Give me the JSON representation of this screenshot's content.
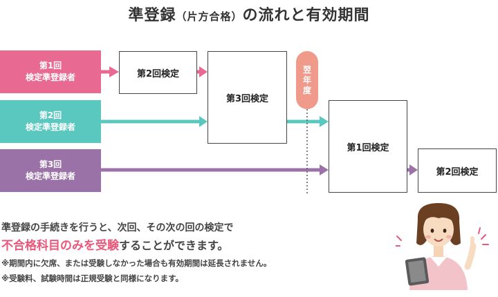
{
  "title": {
    "main": "準登録",
    "paren": "（片方合格）",
    "rest": "の流れと有効期間"
  },
  "rows": [
    {
      "line1": "第1回",
      "line2": "検定準登録者",
      "color": "#e86a92"
    },
    {
      "line1": "第2回",
      "line2": "検定準登録者",
      "color": "#5bc8c0"
    },
    {
      "line1": "第3回",
      "line2": "検定準登録者",
      "color": "#9a72a8"
    }
  ],
  "boxes": {
    "round2_a": "第2回検定",
    "round3": "第3回検定",
    "round1_next": "第1回検定",
    "round2_next": "第2回検定"
  },
  "next_year": {
    "c1": "翌",
    "c2": "年",
    "c3": "度"
  },
  "description": {
    "line1": "準登録の手続きを行うと、次回、その次の回の検定で",
    "line2_highlight": "不合格科目のみを受験",
    "line2_rest": "することができます。",
    "note1": "※期間内に欠席、または受験しなかった場合も有効期間は延長されません。",
    "note2": "※受験料、試験時間は正規受験と同様になります。"
  },
  "colors": {
    "pink": "#e86a92",
    "teal": "#5bc8c0",
    "purple": "#9a72a8",
    "pill": "#ef9a8a",
    "highlight": "#e9577a"
  }
}
